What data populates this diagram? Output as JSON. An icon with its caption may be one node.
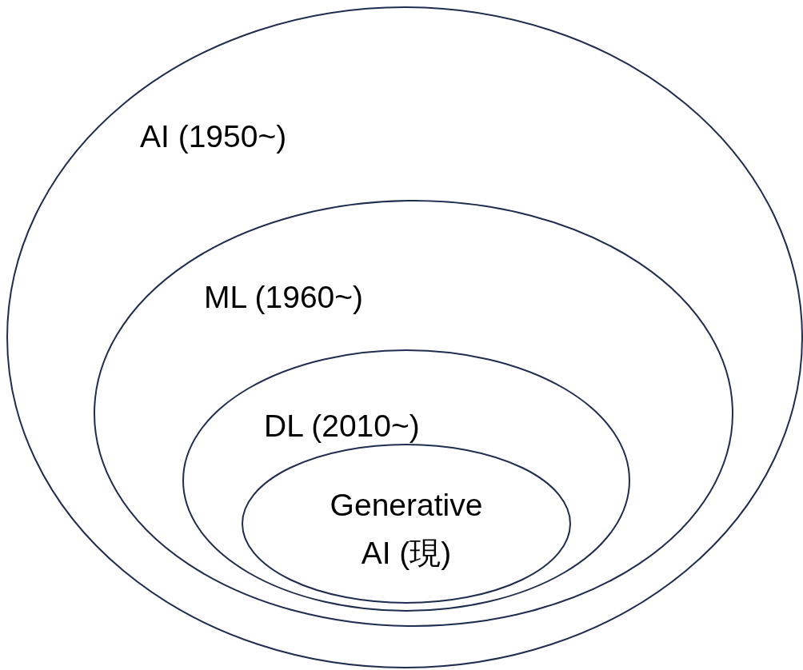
{
  "diagram": {
    "nodes": [
      {
        "text": [
          "AI (1950~)"
        ]
      },
      {
        "text": [
          "ML (1960~)"
        ],
        "in": 0
      },
      {
        "text": [
          "DL (2010~)"
        ],
        "in": 1
      },
      {
        "text": [
          "Generative AI (現)"
        ],
        "in": 2
      }
    ]
  }
}
